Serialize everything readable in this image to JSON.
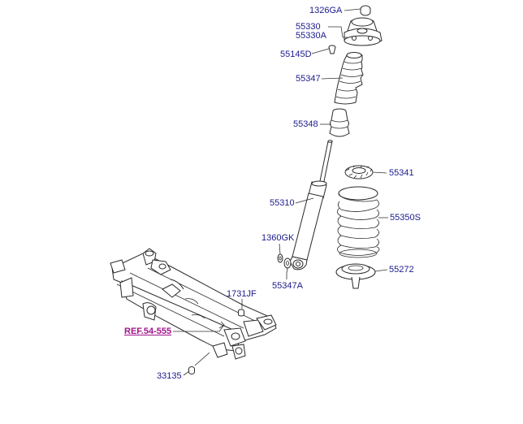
{
  "labels": {
    "p1326GA": "1326GA",
    "p55330": "55330",
    "p55330A": "55330A",
    "p55145D": "55145D",
    "p55347": "55347",
    "p55348": "55348",
    "p55341": "55341",
    "p55310": "55310",
    "p55350S": "55350S",
    "p1360GK": "1360GK",
    "p55347A": "55347A",
    "p55272": "55272",
    "p1731JF": "1731JF",
    "p33135": "33135"
  },
  "reference_link": "REF.54-555",
  "colors": {
    "label": "#1a1a8c",
    "reference": "#a0148c",
    "line": "#2a2a2a"
  }
}
